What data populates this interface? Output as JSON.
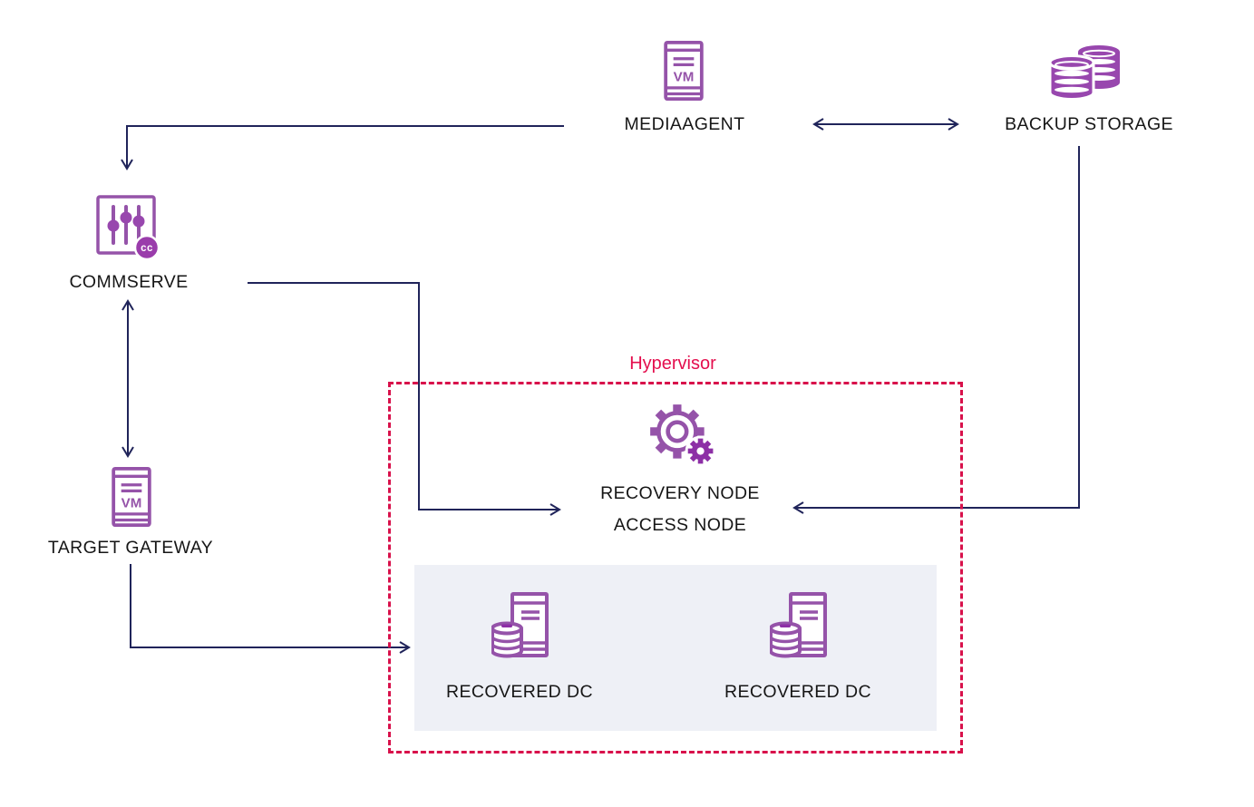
{
  "diagram": {
    "colors": {
      "icon_purple_outline": "#9553a9",
      "icon_purple_fill": "#9847ae",
      "icon_purple_dark": "#8d2fa6",
      "arrow_navy": "#20245a",
      "hypervisor_red": "#e40f4e",
      "label_text": "#161616",
      "dc_panel_background": "#eef0f6"
    },
    "nodes": {
      "mediaagent": {
        "label": "MEDIAAGENT",
        "icon": "vm-server-icon",
        "icon_text": "VM"
      },
      "backup_storage": {
        "label": "BACKUP STORAGE",
        "icon": "storage-disks-icon"
      },
      "commserve": {
        "label": "COMMSERVE",
        "icon": "control-panel-icon",
        "badge_text": "cc"
      },
      "target_gateway": {
        "label": "TARGET GATEWAY",
        "icon": "vm-server-icon",
        "icon_text": "VM"
      },
      "recovery_node": {
        "label_line1": "RECOVERY NODE",
        "label_line2": "ACCESS NODE",
        "icon": "gears-icon"
      },
      "recovered_dc_1": {
        "label": "RECOVERED DC",
        "icon": "server-database-icon"
      },
      "recovered_dc_2": {
        "label": "RECOVERED DC",
        "icon": "server-database-icon"
      }
    },
    "groups": {
      "hypervisor": {
        "label": "Hypervisor"
      }
    },
    "connections": [
      {
        "from": "mediaagent",
        "to": "commserve",
        "direction": "one-way"
      },
      {
        "from": "mediaagent",
        "to": "backup_storage",
        "direction": "two-way"
      },
      {
        "from": "commserve",
        "to": "target_gateway",
        "direction": "two-way"
      },
      {
        "from": "commserve",
        "to": "recovery_node",
        "direction": "one-way"
      },
      {
        "from": "backup_storage",
        "to": "recovery_node",
        "direction": "one-way"
      },
      {
        "from": "target_gateway",
        "to": "recovered_dc_group",
        "direction": "one-way"
      }
    ]
  }
}
